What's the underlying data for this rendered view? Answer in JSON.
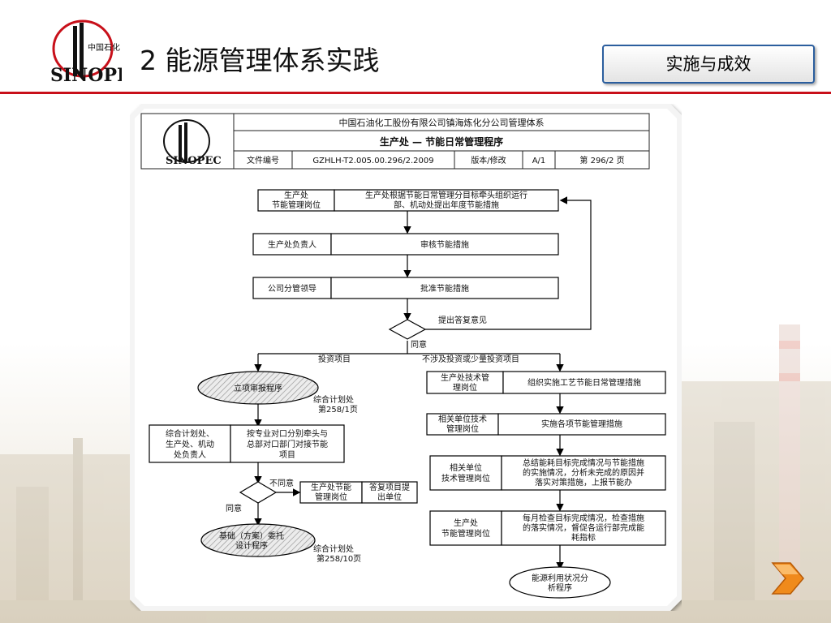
{
  "slide": {
    "title": "2 能源管理体系实践",
    "section_badge": "实施与成效",
    "logo_text": "中国石化",
    "logo_brand": "SINOPEC"
  },
  "doc_header": {
    "company": "中国石油化工股份有限公司镇海炼化分公司管理体系",
    "procedure": "生产处 — 节能日常管理程序",
    "doc_no_label": "文件编号",
    "doc_no": "GZHLH-T2.005.00.296/2.2009",
    "version_label": "版本/修改",
    "version": "A/1",
    "page_no": "第 296/2 页"
  },
  "flow": {
    "n1_role_l1": "生产处",
    "n1_role_l2": "节能管理岗位",
    "n1_text_l1": "生产处根据节能日常管理分目标牵头组织运行",
    "n1_text_l2": "部、机动处提出年度节能措施",
    "n2_role": "生产处负责人",
    "n2_text": "审核节能措施",
    "n3_role": "公司分管领导",
    "n3_text": "批准节能措施",
    "d1_feedback": "提出答复意见",
    "d1_yes": "同意",
    "branch_left": "投资项目",
    "branch_right": "不涉及投资或少量投资项目",
    "oval1": "立项审报程序",
    "ref1_l1": "综合计划处",
    "ref1_l2": "第258/1页",
    "n4_role_l1": "综合计划处、",
    "n4_role_l2": "生产处、机动",
    "n4_role_l3": "处负责人",
    "n4_text_l1": "按专业对口分别牵头与",
    "n4_text_l2": "总部对口部门对接节能",
    "n4_text_l3": "项目",
    "d2_no": "不同意",
    "d2_yes": "同意",
    "n5_role_l1": "生产处节能",
    "n5_role_l2": "管理岗位",
    "n5_text_l1": "答复项目提",
    "n5_text_l2": "出单位",
    "oval2_l1": "基础（方案）委托",
    "oval2_l2": "设计程序",
    "ref2_l1": "综合计划处",
    "ref2_l2": "第258/10页",
    "r1_role_l1": "生产处技术管",
    "r1_role_l2": "理岗位",
    "r1_text": "组织实施工艺节能日常管理措施",
    "r2_role_l1": "相关单位技术",
    "r2_role_l2": "管理岗位",
    "r2_text": "实施各项节能管理措施",
    "r3_role_l1": "相关单位",
    "r3_role_l2": "技术管理岗位",
    "r3_text_l1": "总结能耗目标完成情况与节能措施",
    "r3_text_l2": "的实施情况，分析未完成的原因并",
    "r3_text_l3": "落实对策措施，上报节能办",
    "r4_role_l1": "生产处",
    "r4_role_l2": "节能管理岗位",
    "r4_text_l1": "每月检查目标完成情况，检查措施",
    "r4_text_l2": "的落实情况，督促各运行部完成能",
    "r4_text_l3": "耗指标",
    "oval3_l1": "能源利用状况分",
    "oval3_l2": "析程序"
  },
  "colors": {
    "accent_red": "#c8101a",
    "badge_border": "#2b5e9e",
    "next_orange": "#f08a1c"
  }
}
